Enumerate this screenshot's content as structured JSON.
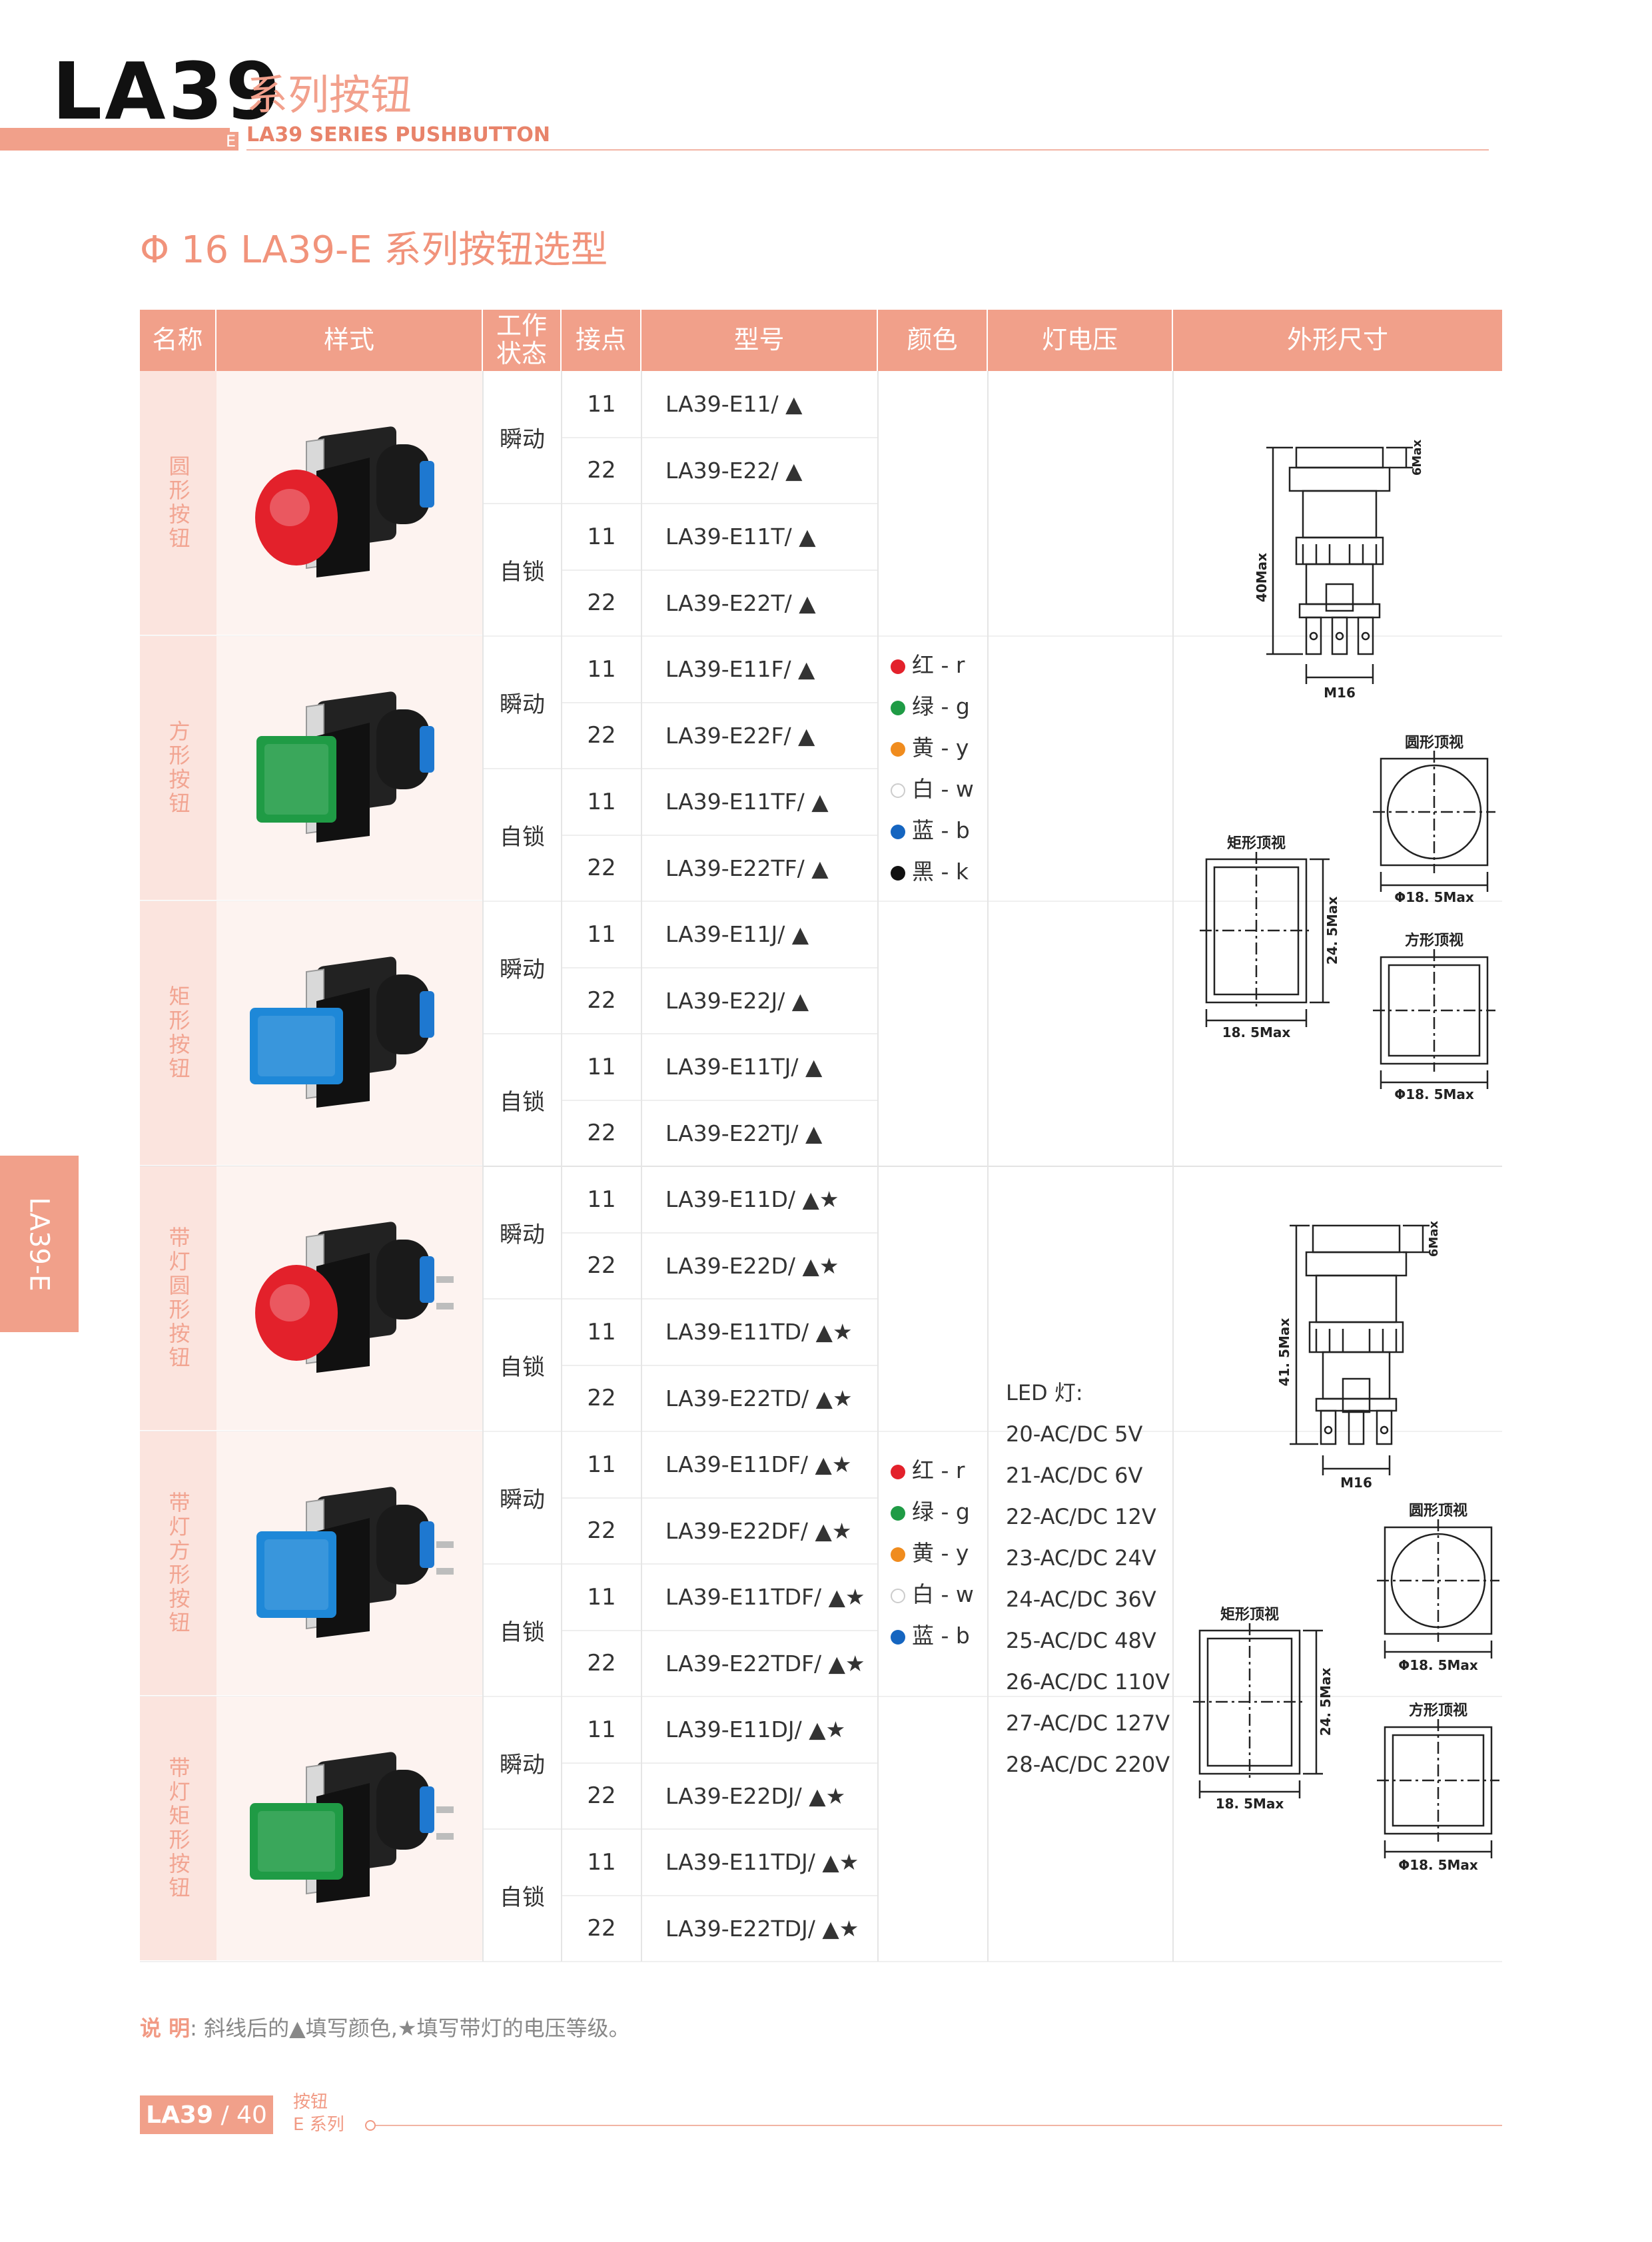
{
  "header": {
    "brand": "LA39",
    "title_cn": "系列按钮",
    "marker": "E",
    "title_en": "LA39 SERIES PUSHBUTTON"
  },
  "section_title": "Φ 16 LA39-E 系列按钮选型",
  "side_tab": "LA39-E",
  "table": {
    "headers": [
      "名称",
      "样式",
      "工作\n状态",
      "接点",
      "型号",
      "颜色",
      "灯电压",
      "外形尺寸"
    ],
    "groups": [
      {
        "name": "圆形按钮",
        "rows": [
          {
            "state": "瞬动",
            "contacts": [
              "11",
              "22"
            ],
            "models": [
              "LA39-E11/ ▲",
              "LA39-E22/ ▲"
            ]
          },
          {
            "state": "自锁",
            "contacts": [
              "11",
              "22"
            ],
            "models": [
              "LA39-E11T/ ▲",
              "LA39-E22T/ ▲"
            ]
          }
        ],
        "cap": "round",
        "color": "#e3212b"
      },
      {
        "name": "方形按钮",
        "rows": [
          {
            "state": "瞬动",
            "contacts": [
              "11",
              "22"
            ],
            "models": [
              "LA39-E11F/ ▲",
              "LA39-E22F/ ▲"
            ]
          },
          {
            "state": "自锁",
            "contacts": [
              "11",
              "22"
            ],
            "models": [
              "LA39-E11TF/ ▲",
              "LA39-E22TF/ ▲"
            ]
          }
        ],
        "cap": "square",
        "color": "#1f9b45"
      },
      {
        "name": "矩形按钮",
        "rows": [
          {
            "state": "瞬动",
            "contacts": [
              "11",
              "22"
            ],
            "models": [
              "LA39-E11J/ ▲",
              "LA39-E22J/ ▲"
            ]
          },
          {
            "state": "自锁",
            "contacts": [
              "11",
              "22"
            ],
            "models": [
              "LA39-E11TJ/ ▲",
              "LA39-E22TJ/ ▲"
            ]
          }
        ],
        "cap": "rect",
        "color": "#1e88d8"
      },
      {
        "name": "带灯圆形按钮",
        "rows": [
          {
            "state": "瞬动",
            "contacts": [
              "11",
              "22"
            ],
            "models": [
              "LA39-E11D/ ▲★",
              "LA39-E22D/ ▲★"
            ]
          },
          {
            "state": "自锁",
            "contacts": [
              "11",
              "22"
            ],
            "models": [
              "LA39-E11TD/ ▲★",
              "LA39-E22TD/ ▲★"
            ]
          }
        ],
        "cap": "round",
        "color": "#e3212b"
      },
      {
        "name": "带灯方形按钮",
        "rows": [
          {
            "state": "瞬动",
            "contacts": [
              "11",
              "22"
            ],
            "models": [
              "LA39-E11DF/ ▲★",
              "LA39-E22DF/ ▲★"
            ]
          },
          {
            "state": "自锁",
            "contacts": [
              "11",
              "22"
            ],
            "models": [
              "LA39-E11TDF/ ▲★",
              "LA39-E22TDF/ ▲★"
            ]
          }
        ],
        "cap": "square",
        "color": "#1e88d8"
      },
      {
        "name": "带灯矩形按钮",
        "rows": [
          {
            "state": "瞬动",
            "contacts": [
              "11",
              "22"
            ],
            "models": [
              "LA39-E11DJ/ ▲★",
              "LA39-E22DJ/ ▲★"
            ]
          },
          {
            "state": "自锁",
            "contacts": [
              "11",
              "22"
            ],
            "models": [
              "LA39-E11TDJ/ ▲★",
              "LA39-E22TDJ/ ▲★"
            ]
          }
        ],
        "cap": "rect",
        "color": "#1f9b45"
      }
    ],
    "colors_upper": [
      {
        "label": "红 - r",
        "hex": "#e3212b"
      },
      {
        "label": "绿 - g",
        "hex": "#1f9b45"
      },
      {
        "label": "黄 - y",
        "hex": "#f08c1e"
      },
      {
        "label": "白 - w",
        "hex": "#ffffff"
      },
      {
        "label": "蓝 - b",
        "hex": "#1565c0"
      },
      {
        "label": "黑 - k",
        "hex": "#111111"
      }
    ],
    "colors_lower": [
      {
        "label": "红 - r",
        "hex": "#e3212b"
      },
      {
        "label": "绿 - g",
        "hex": "#1f9b45"
      },
      {
        "label": "黄 - y",
        "hex": "#f08c1e"
      },
      {
        "label": "白 - w",
        "hex": "#ffffff"
      },
      {
        "label": "蓝 - b",
        "hex": "#1565c0"
      }
    ],
    "voltage_title": "LED 灯:",
    "voltages": [
      "20-AC/DC 5V",
      "21-AC/DC 6V",
      "22-AC/DC 12V",
      "23-AC/DC 24V",
      "24-AC/DC 36V",
      "25-AC/DC 48V",
      "26-AC/DC 110V",
      "27-AC/DC 127V",
      "28-AC/DC 220V"
    ],
    "dims_upper": {
      "height": "40Max",
      "top": "6Max",
      "thread": "M16",
      "round_view": "圆形顶视",
      "rect_view": "矩形顶视",
      "square_view": "方形顶视",
      "round_dim": "Φ18. 5Max",
      "rect_w": "18. 5Max",
      "rect_h": "24. 5Max",
      "square_dim": "Φ18. 5Max"
    },
    "dims_lower": {
      "height": "41. 5Max",
      "top": "6Max",
      "thread": "M16",
      "round_view": "圆形顶视",
      "rect_view": "矩形顶视",
      "square_view": "方形顶视",
      "round_dim": "Φ18. 5Max",
      "rect_w": "18. 5Max",
      "rect_h": "24. 5Max",
      "square_dim": "Φ18. 5Max"
    }
  },
  "note": {
    "label": "说 明",
    "text": ": 斜线后的▲填写颜色,★填写带灯的电压等级。"
  },
  "footer": {
    "series": "LA39",
    "page": "/ 40",
    "cat1": "按钮",
    "cat2": "E 系列"
  }
}
